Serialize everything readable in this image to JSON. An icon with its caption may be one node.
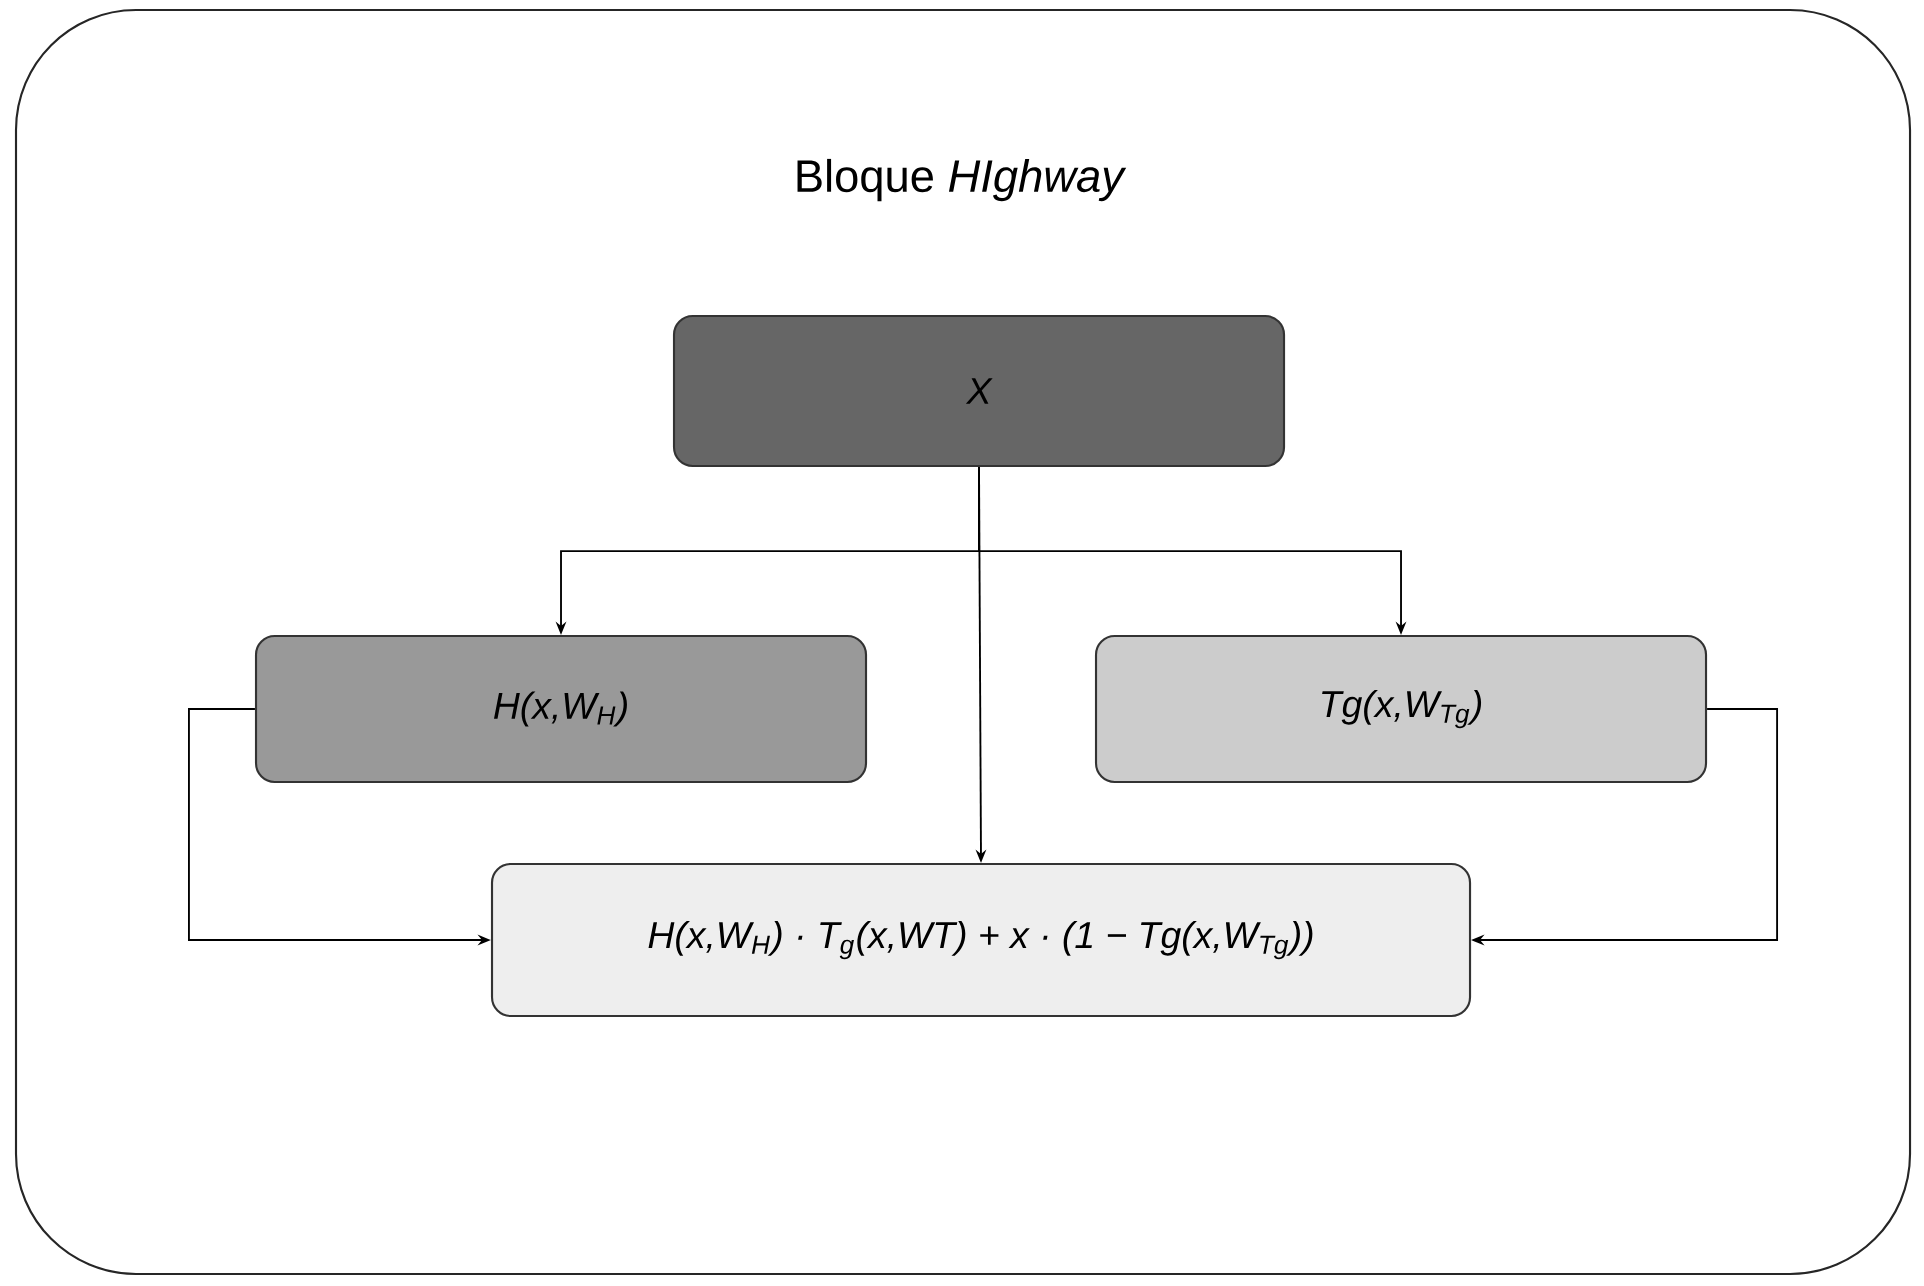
{
  "diagram": {
    "nodes": [
      {
        "text": [
          "Bloque *HIghway*"
        ]
      },
      {
        "text": [
          "X"
        ],
        "in": 0
      },
      {
        "text": [
          "H(x,W$_{H}$)"
        ],
        "in": 0
      },
      {
        "text": [
          "Tg(x,W$_{Tg}$)"
        ],
        "in": 0
      },
      {
        "text": [
          "H(x,W$_{H}$) · T$_{g}$(x,WT) + x · (1 − Tg(x,W$_{Tg}$))"
        ],
        "in": 0
      }
    ],
    "edges": [
      {
        "from": 1,
        "to": 2,
        "arrow": "to"
      },
      {
        "from": 1,
        "to": 3,
        "arrow": "to"
      },
      {
        "from": 1,
        "to": 4,
        "arrow": "to"
      },
      {
        "from": 2,
        "to": 4,
        "arrow": "to"
      },
      {
        "from": 3,
        "to": 4,
        "arrow": "to"
      }
    ]
  }
}
